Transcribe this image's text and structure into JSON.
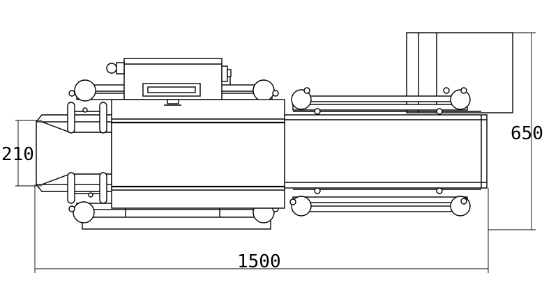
{
  "dimensions": {
    "overall_length": "1500",
    "overall_width": "650",
    "inlet_width": "210"
  }
}
